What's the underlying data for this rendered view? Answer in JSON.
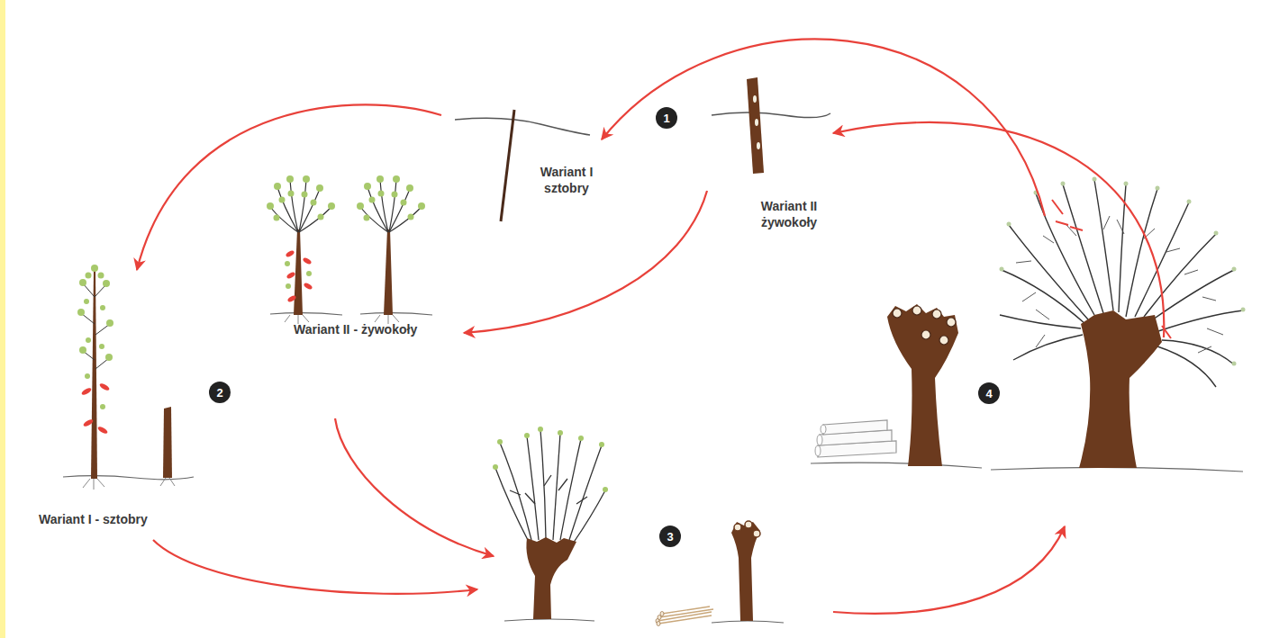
{
  "diagram": {
    "nodes": [
      {
        "text": [
          "1"
        ]
      },
      {
        "text": [
          "2"
        ]
      },
      {
        "text": [
          "3"
        ]
      },
      {
        "text": [
          "4"
        ]
      }
    ],
    "labels": [
      "Wariant I sztobry",
      "Wariant II żywokoły",
      "Wariant II - żywokoły",
      "Wariant I - sztobry"
    ]
  }
}
